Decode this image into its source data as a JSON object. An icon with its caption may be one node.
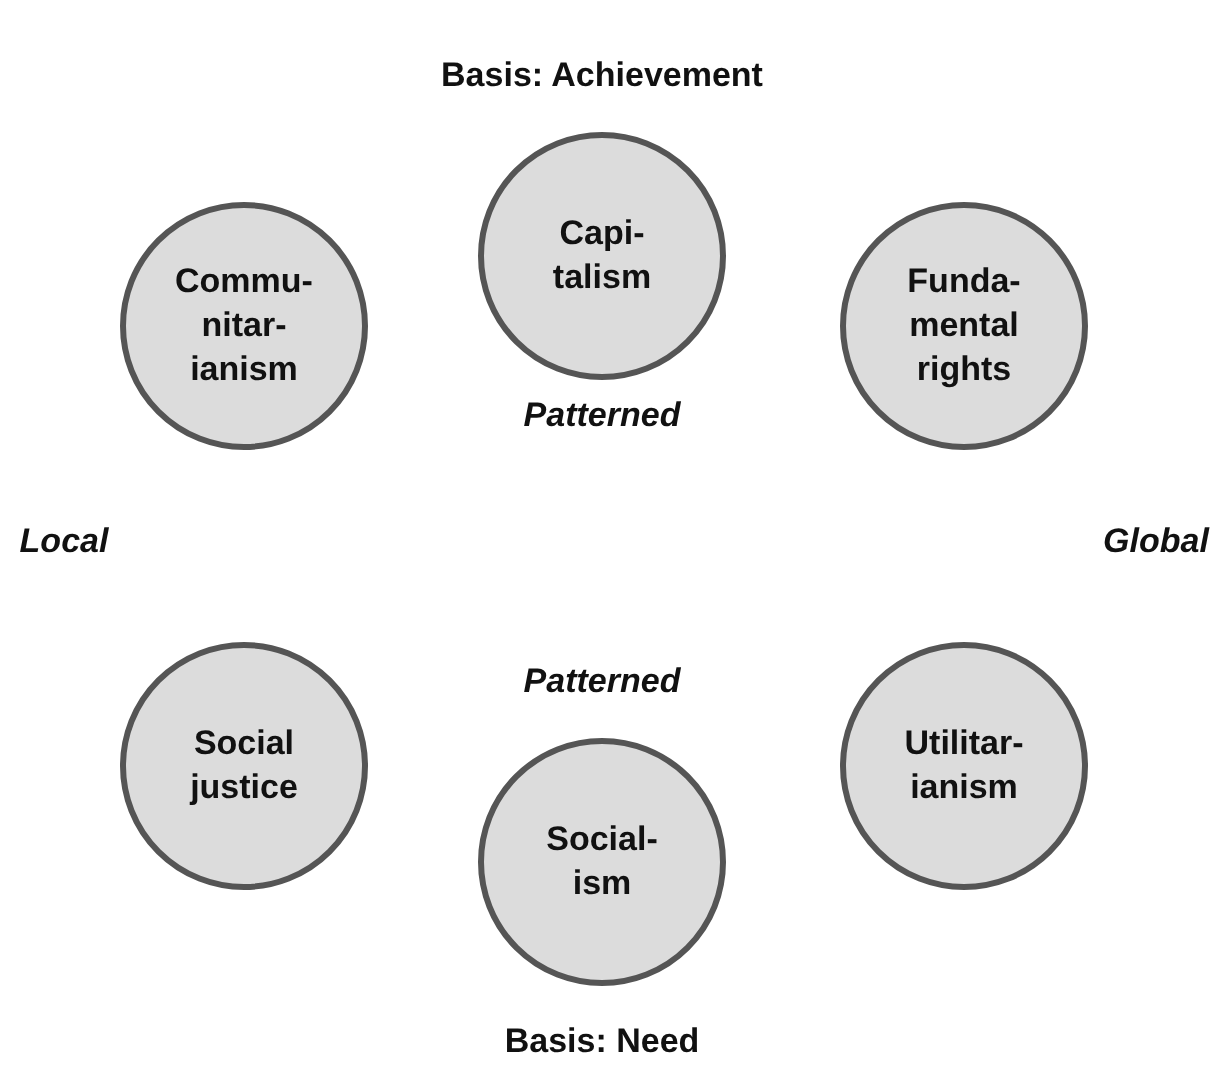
{
  "diagram": {
    "nodes": [
      {
        "text": [
          "Capi- talism"
        ]
      },
      {
        "text": [
          "Commu- nitar- ianism"
        ]
      },
      {
        "text": [
          "Funda- mental rights"
        ]
      },
      {
        "text": [
          "Social justice"
        ]
      },
      {
        "text": [
          "Utilitar- ianism"
        ]
      },
      {
        "text": [
          "Social- ism"
        ]
      }
    ],
    "edges": [],
    "labels": [
      "Basis: Achievement",
      "Patterned",
      "Local",
      "Global",
      "Patterned",
      "Basis: Need"
    ]
  }
}
